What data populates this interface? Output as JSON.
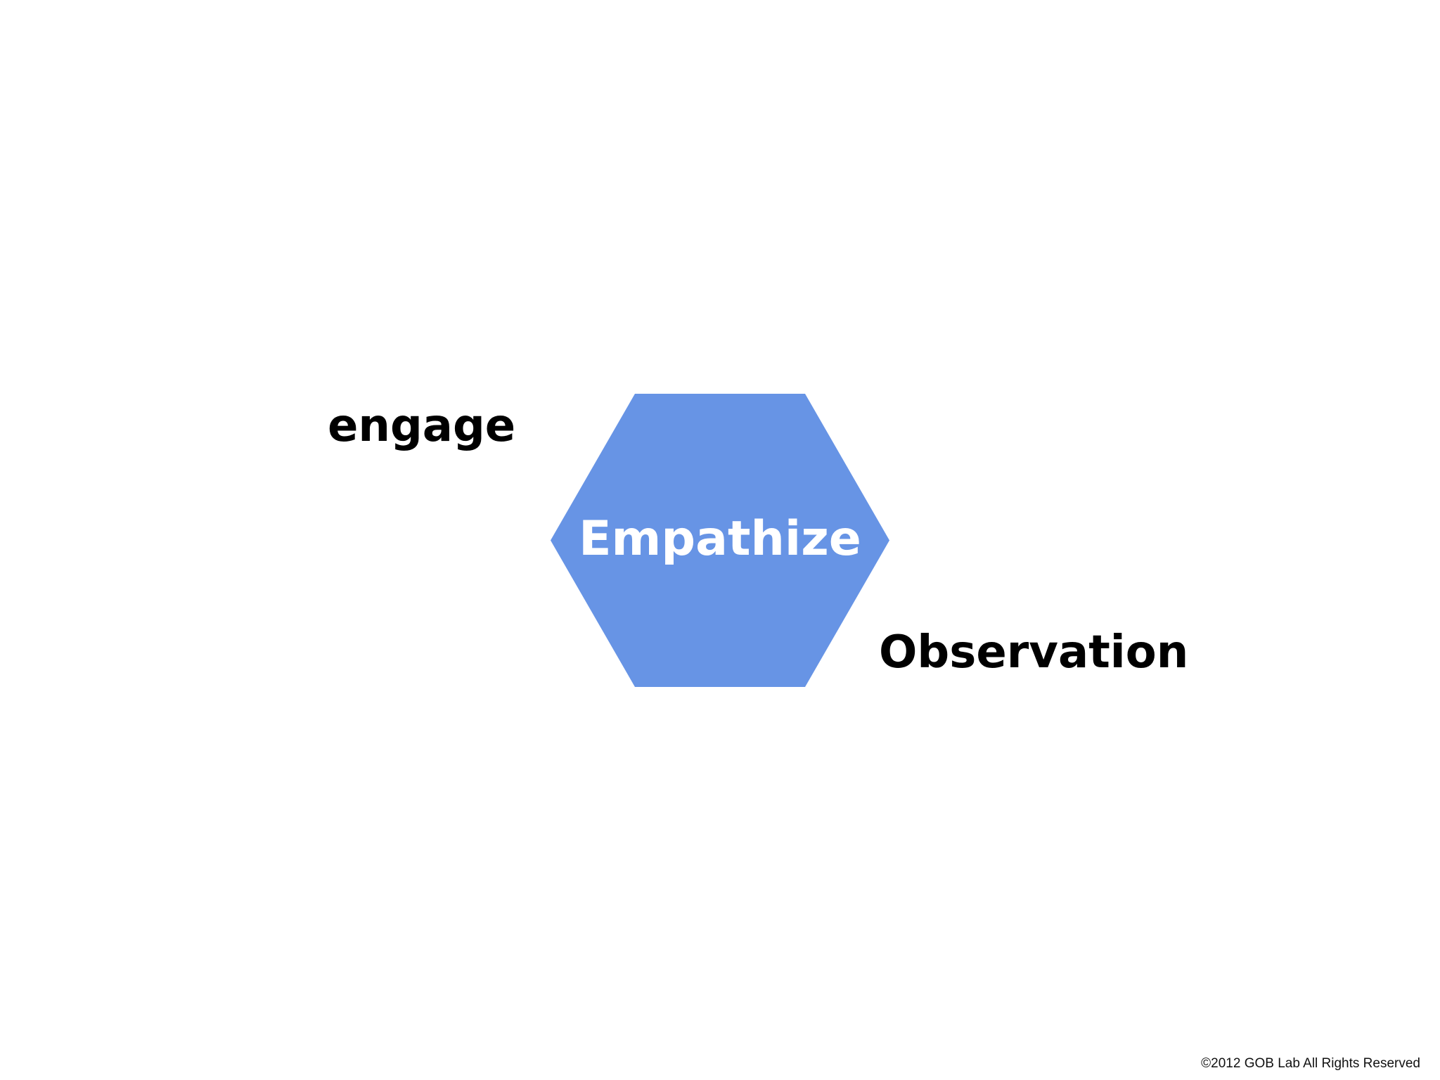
{
  "diagram": {
    "center_label": "Empathize",
    "hexagon_color": "#6794e5",
    "words": {
      "engage": "engage",
      "observation": "Observation"
    }
  },
  "footer": {
    "copyright": "©2012 GOB Lab All Rights Reserved"
  }
}
